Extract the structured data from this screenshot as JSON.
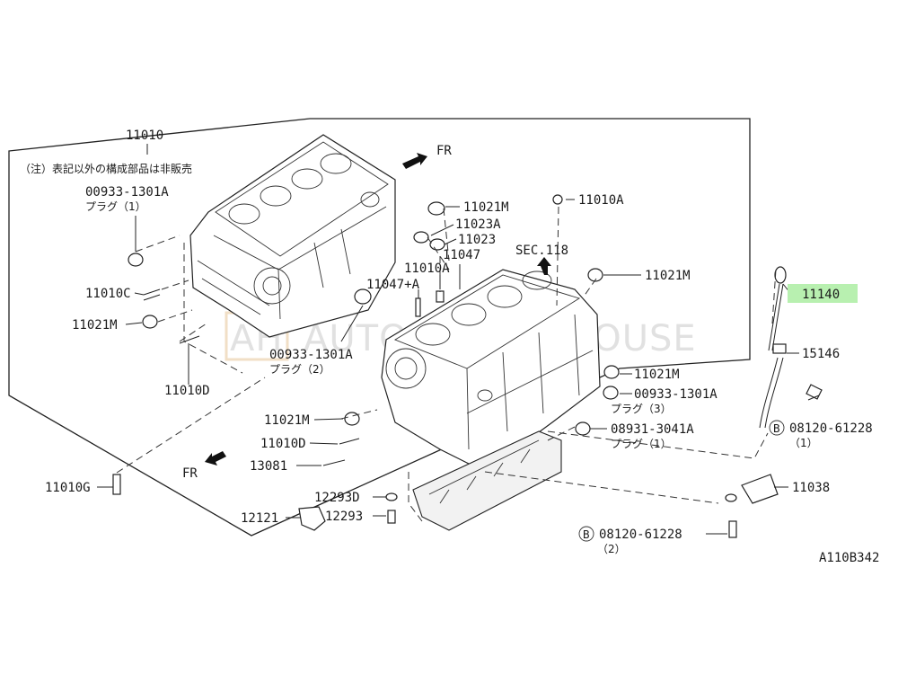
{
  "diagram_id": "A110B342",
  "watermark": "AUTOMOTIVE HOUSE",
  "watermark_logo": "AH",
  "note_jp": "（注）表記以外の構成部品は非販売",
  "fr_label": "FR",
  "plug1_jp": "プラグ（1）",
  "plug2_jp": "プラグ（2）",
  "plug3_jp": "プラグ（3）",
  "qty1": "（1）",
  "qty2": "（2）",
  "bolt_marker": "B",
  "highlight_color": "#b8f0b0",
  "parts": {
    "p11010": "11010",
    "p00933_1": "00933-1301A",
    "p11010C": "11010C",
    "p11021M_a": "11021M",
    "p11010D": "11010D",
    "p11010G": "11010G",
    "p11021M_b": "11021M",
    "p11023A": "11023A",
    "p11023": "11023",
    "p11047": "11047",
    "p11010A_a": "11010A",
    "p11047A": "11047+A",
    "p00933_2": "00933-1301A",
    "p11010A_b": "11010A",
    "sec118": "SEC.118",
    "p11021M_c": "11021M",
    "p11140": "11140",
    "p15146": "15146",
    "p11021M_d": "11021M",
    "p00933_3": "00933-1301A",
    "p08931": "08931-3041A",
    "p08120_a": "08120-61228",
    "p11021M_e": "11021M",
    "p11010D_b": "11010D",
    "p13081": "13081",
    "p11038": "11038",
    "p12293D": "12293D",
    "p12121": "12121",
    "p12293": "12293",
    "p08120_b": "08120-61228"
  }
}
